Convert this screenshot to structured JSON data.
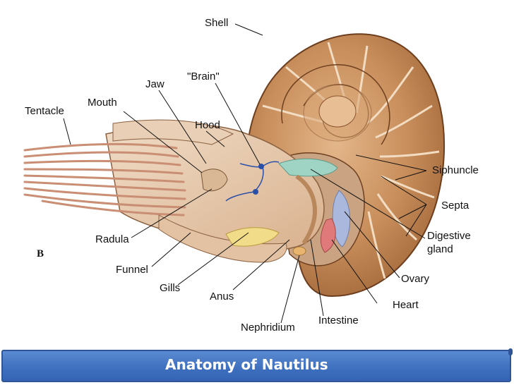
{
  "diagram": {
    "panel_letter": "B",
    "labels": {
      "shell": "Shell",
      "brain": "\"Brain\"",
      "jaw": "Jaw",
      "mouth": "Mouth",
      "tentacle": "Tentacle",
      "hood": "Hood",
      "siphuncle": "Siphuncle",
      "septa": "Septa",
      "digestive_gland_1": "Digestive",
      "digestive_gland_2": "gland",
      "radula": "Radula",
      "funnel": "Funnel",
      "gills": "Gills",
      "anus": "Anus",
      "nephridium": "Nephridium",
      "intestine": "Intestine",
      "ovary": "Ovary",
      "heart": "Heart"
    },
    "colors": {
      "shell": "#c8905e",
      "shell_dark": "#7a4a26",
      "body": "#e8cdb2",
      "digestive_gland": "#9fd4c4",
      "heart": "#e07a7a",
      "ovary": "#a9b8dc",
      "gills": "#f1dc8a",
      "nerve": "#2a4fa8"
    }
  },
  "banner": {
    "title": "Anatomy of Nautilus"
  }
}
